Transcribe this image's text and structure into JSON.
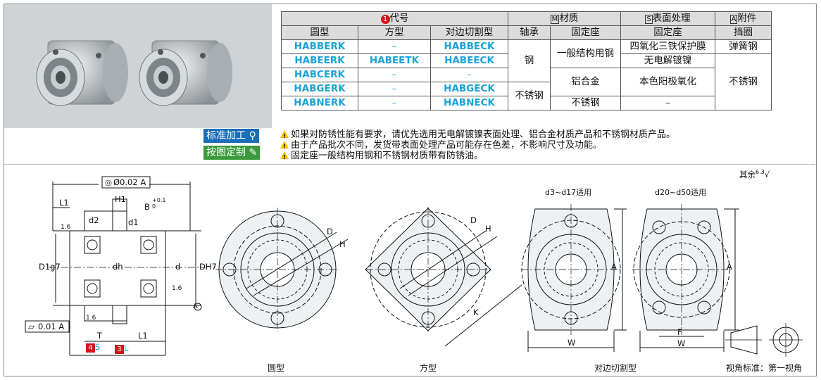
{
  "table": {
    "group_headers": [
      {
        "num": "1",
        "label": "代号"
      },
      {
        "box": "M",
        "label": "材质"
      },
      {
        "box": "S",
        "label": "表面处理"
      },
      {
        "box": "A",
        "label": "附件"
      }
    ],
    "sub_headers": [
      "圆型",
      "方型",
      "对边切割型",
      "轴承",
      "固定座",
      "固定座",
      "挡圈"
    ],
    "rows": [
      {
        "round": "HABBERK",
        "square": "–",
        "cut": "HABBECK"
      },
      {
        "round": "HABEERK",
        "square": "HABEETK",
        "cut": "HABEECK"
      },
      {
        "round": "HABCERK",
        "square": "–",
        "cut": "–"
      },
      {
        "round": "HABGERK",
        "square": "–",
        "cut": "HABGECK"
      },
      {
        "round": "HABNERK",
        "square": "–",
        "cut": "HABNECK"
      }
    ],
    "bearing": {
      "steel": "钢",
      "stainless": "不锈钢"
    },
    "housing": {
      "structural": "一般结构用钢",
      "aluminum": "铝合金",
      "stainless": "不锈钢"
    },
    "surface": {
      "black_oxide": "四氧化三铁保护膜",
      "nickel": "无电解镀镍",
      "anodize": "本色阳极氧化",
      "none": "–"
    },
    "accessory": {
      "spring_steel": "弹簧钢",
      "stainless": "不锈钢"
    }
  },
  "tags": {
    "standard": "标准加工",
    "custom": "按图定制"
  },
  "notes": [
    "如果对防锈性能有要求，请优先选用无电解镀镍表面处理、铝合金材质产品和不锈钢材质产品。",
    "由于产品批次不同，发货带表面处理产品可能存在色差，不影响尺寸及功能。",
    "固定座一般结构用钢和不锈钢材质带有防锈油。"
  ],
  "drawing": {
    "tolerance": "Ø0.02",
    "datum": "A",
    "flatness": "0.01",
    "surface_rest": "其余",
    "surface_value": "6.3",
    "roughness": "1.6",
    "dims": [
      "L1",
      "H1",
      "B",
      "+0.1",
      "0",
      "d2",
      "d1",
      "D1g7",
      "dh",
      "d",
      "DH7",
      "T",
      "L1",
      "D",
      "H",
      "K",
      "A",
      "W",
      "F",
      "S",
      "L"
    ],
    "cut_range_small": "d3~d17适用",
    "cut_range_large": "d20~d50适用"
  },
  "captions": {
    "round": "圆型",
    "square": "方型",
    "cut": "对边切割型",
    "view": "视角标准：第一视角"
  }
}
